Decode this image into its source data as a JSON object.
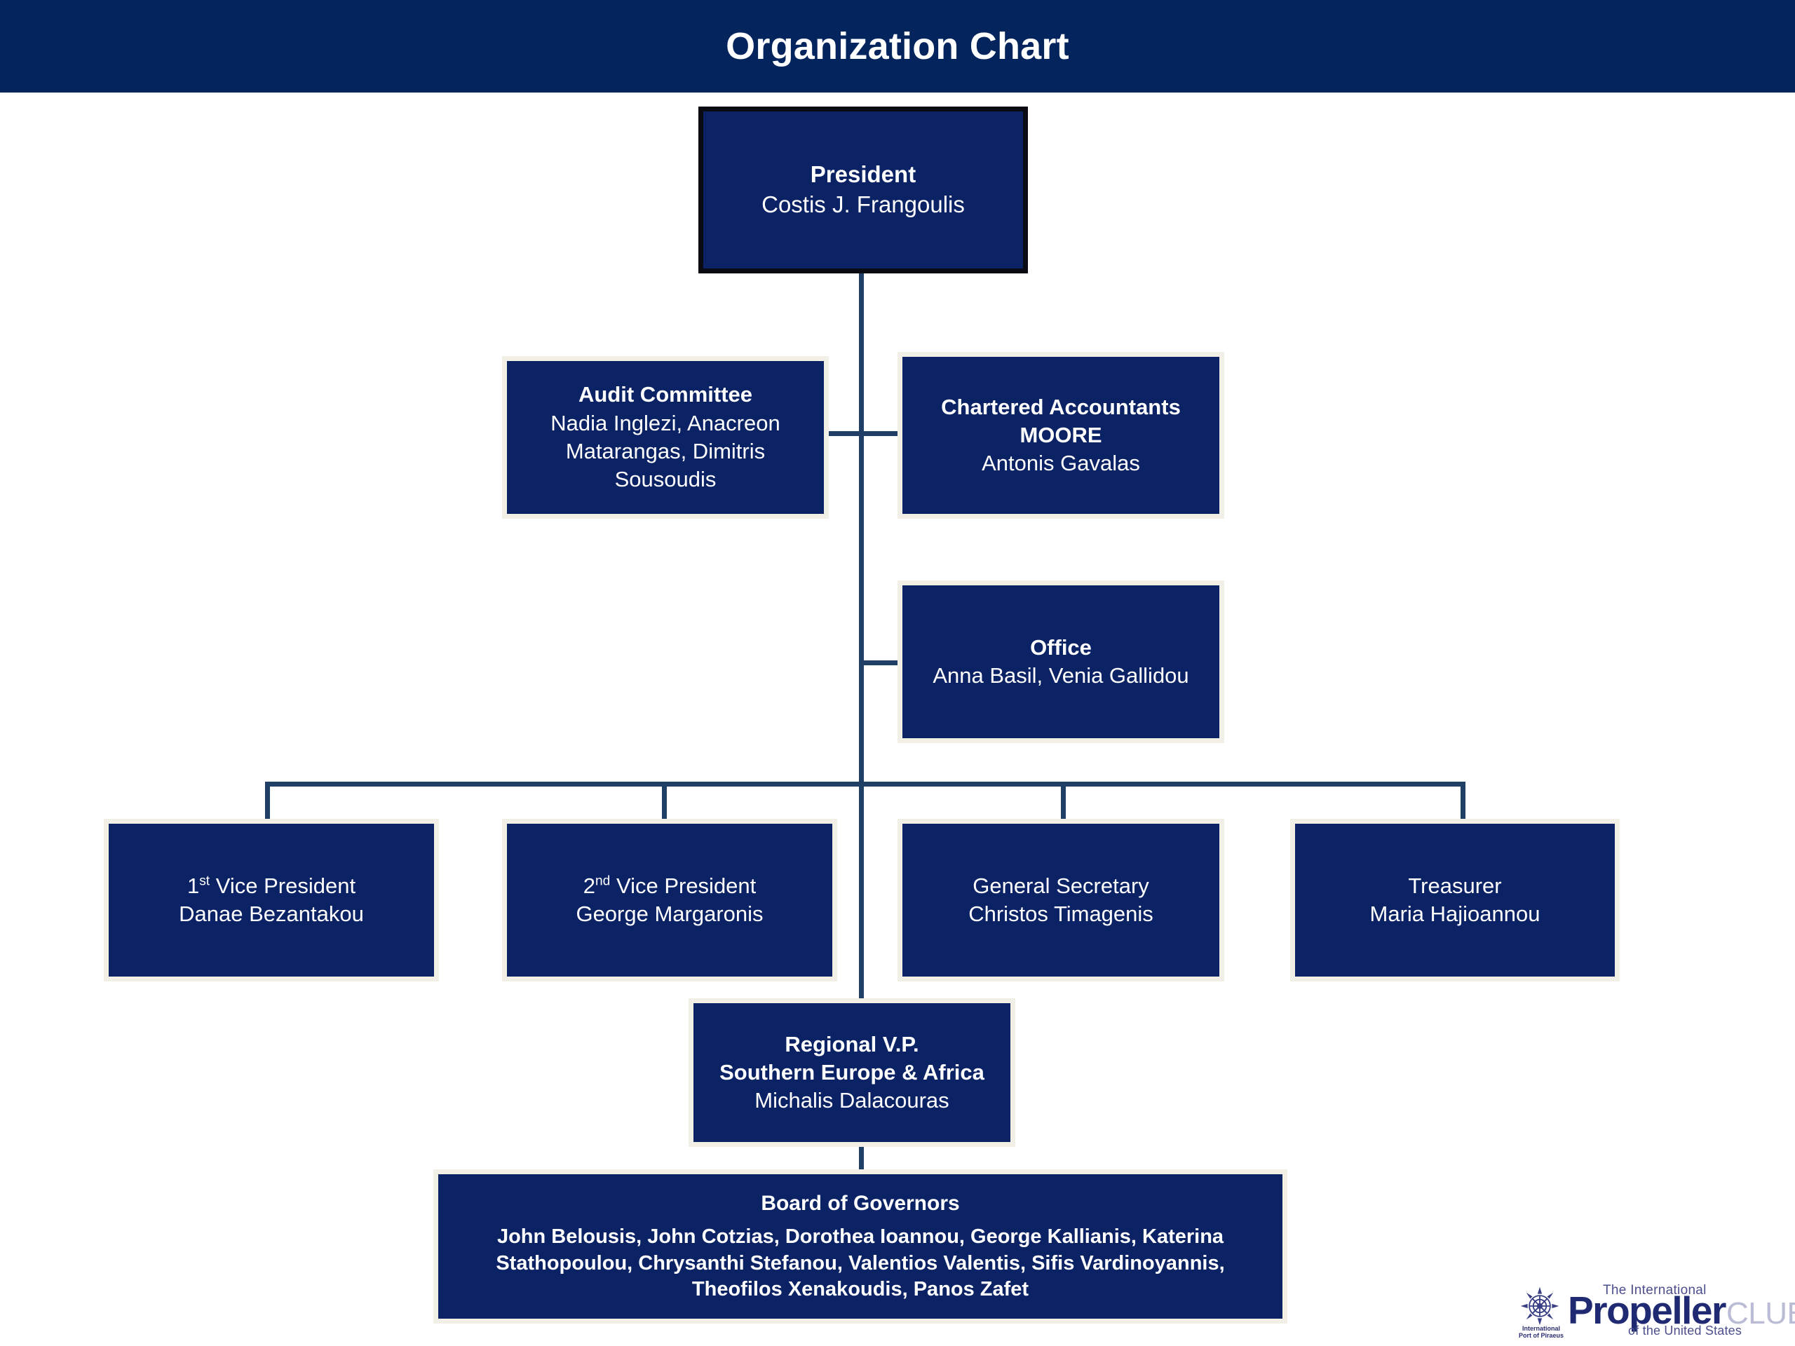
{
  "header": {
    "title": "Organization Chart",
    "band_color": "#04245e"
  },
  "theme": {
    "box_fill": "#0b2265",
    "box_border_light": "#f2efe6",
    "box_border_dark": "#0a0a12",
    "connector_color": "#1f3f66",
    "text_color": "#ffffff",
    "page_background": "#ffffff"
  },
  "nodes": {
    "president": {
      "title": "President",
      "name": "Costis J. Frangoulis"
    },
    "audit_committee": {
      "title": "Audit Committee",
      "members": "Nadia Inglezi, Anacreon Matarangas, Dimitris Sousoudis"
    },
    "chartered_accountants": {
      "title": "Chartered Accountants",
      "firm": "MOORE",
      "name": "Antonis Gavalas"
    },
    "office": {
      "title": "Office",
      "members": "Anna Basil, Venia Gallidou"
    },
    "first_vice_president": {
      "title_prefix": "1",
      "title_superscript": "st",
      "title_suffix": " Vice President",
      "name": "Danae Bezantakou"
    },
    "second_vice_president": {
      "title_prefix": "2",
      "title_superscript": "nd",
      "title_suffix": " Vice President",
      "name": "George Margaronis"
    },
    "general_secretary": {
      "title": "General Secretary",
      "name": "Christos Timagenis"
    },
    "treasurer": {
      "title": "Treasurer",
      "name": "Maria Hajioannou"
    },
    "regional_vp": {
      "title": "Regional V.P.",
      "region": "Southern Europe & Africa",
      "name": "Michalis Dalacouras"
    },
    "board_of_governors": {
      "title": "Board of Governors",
      "members": "John Belousis, John Cotzias, Dorothea Ioannou, George Kallianis, Katerina Stathopoulou, Chrysanthi Stefanou, Valentios Valentis, Sifis Vardinoyannis, Theofilos Xenakoudis, Panos Zafet"
    }
  },
  "logo": {
    "wheel_caption_line1": "International",
    "wheel_caption_line2": "Port of Piraeus",
    "the_international": "The International",
    "propeller": "Propeller",
    "club": "CLUB",
    "of_the_united_states": "of the United States",
    "brand_color": "#1f2a72",
    "club_color": "#b9bcd4"
  }
}
